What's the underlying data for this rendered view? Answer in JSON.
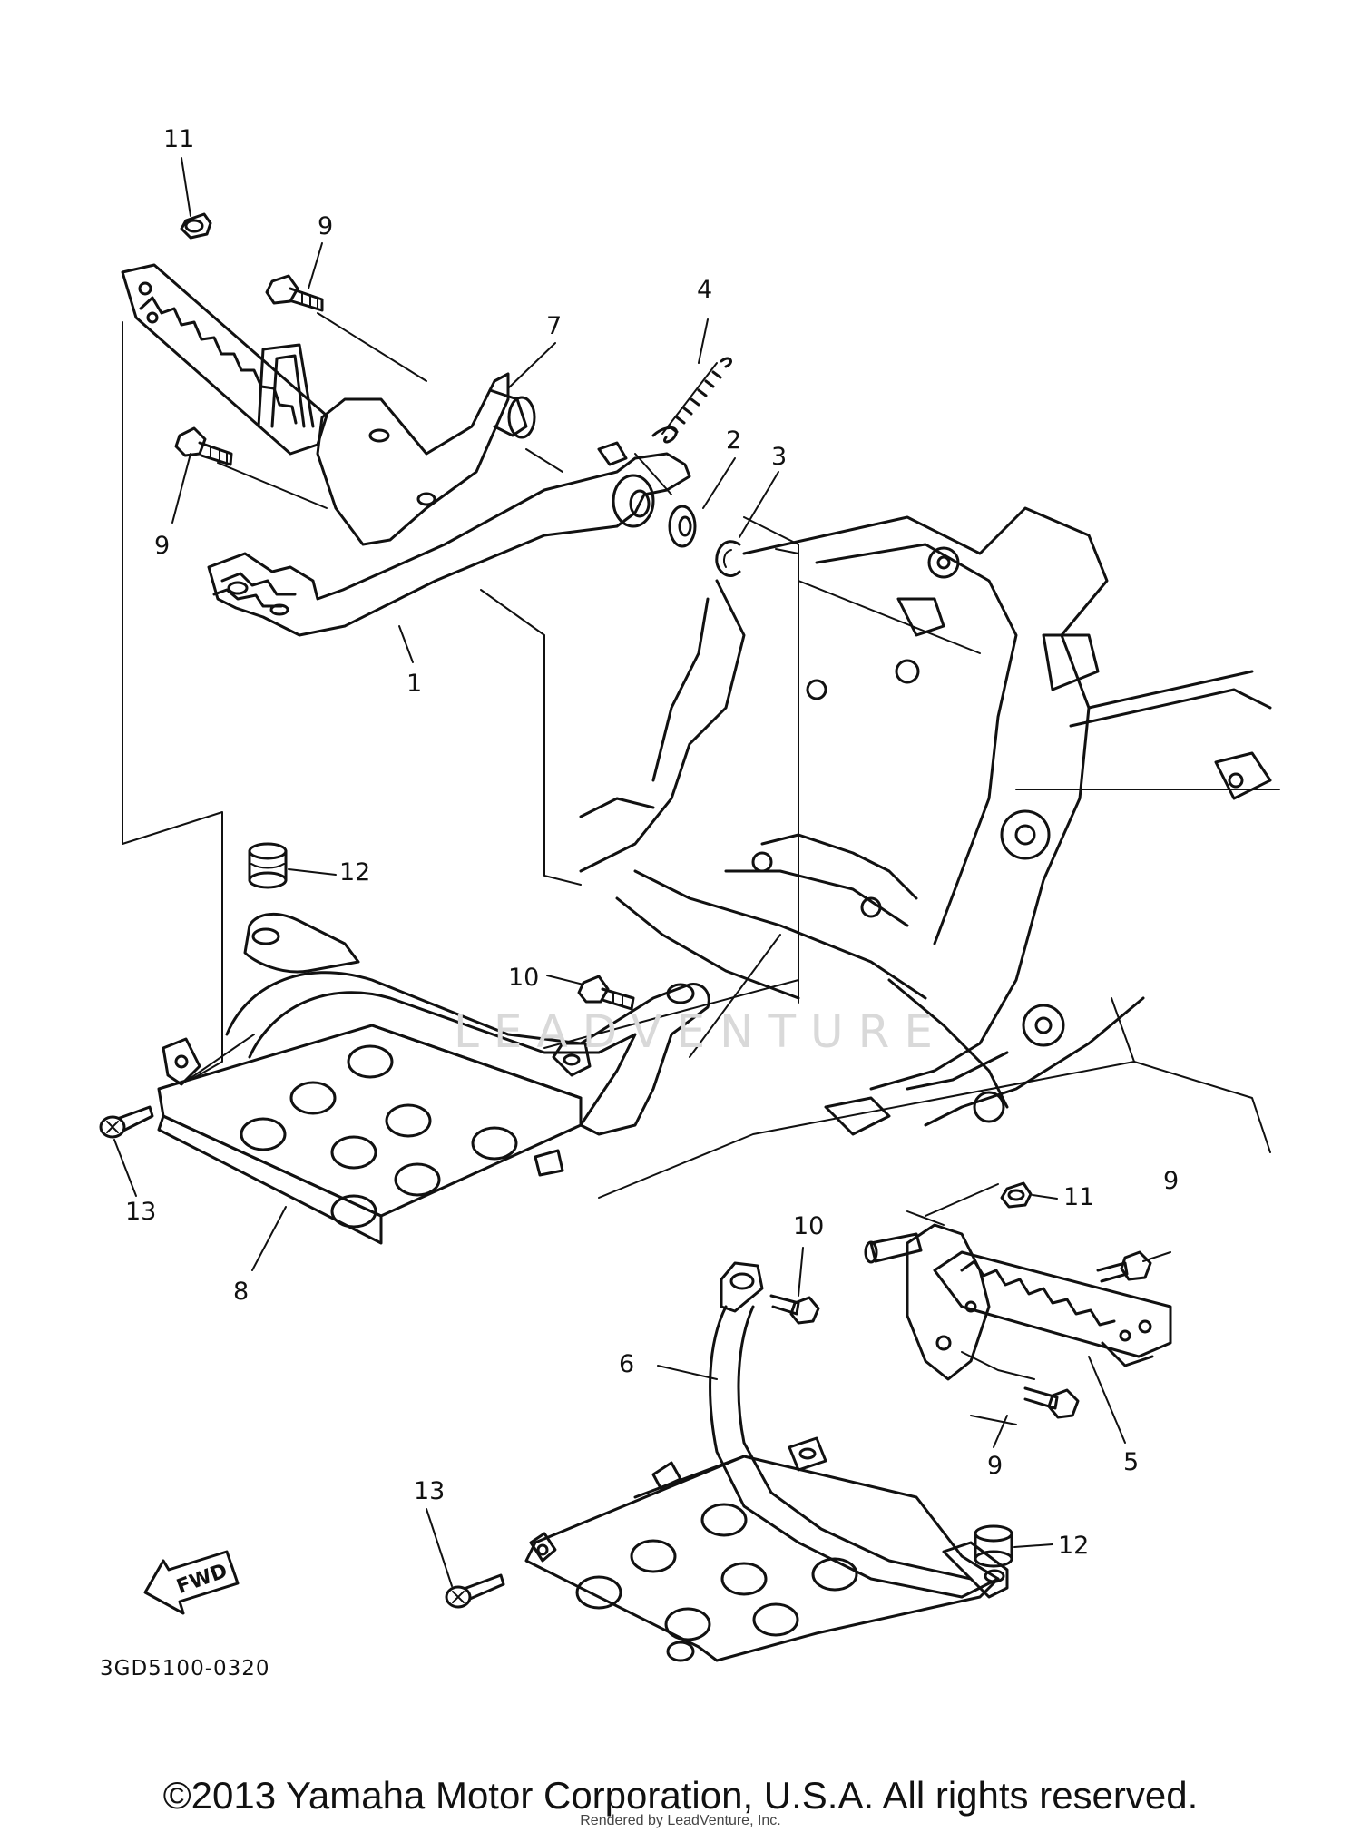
{
  "diagram": {
    "callouts": [
      {
        "id": "label-11-top",
        "text": "11"
      },
      {
        "id": "label-9-top",
        "text": "9"
      },
      {
        "id": "label-4",
        "text": "4"
      },
      {
        "id": "label-7",
        "text": "7"
      },
      {
        "id": "label-2",
        "text": "2"
      },
      {
        "id": "label-3",
        "text": "3"
      },
      {
        "id": "label-9-left",
        "text": "9"
      },
      {
        "id": "label-1",
        "text": "1"
      },
      {
        "id": "label-12-top",
        "text": "12"
      },
      {
        "id": "label-10-left",
        "text": "10"
      },
      {
        "id": "label-13-left",
        "text": "13"
      },
      {
        "id": "label-8",
        "text": "8"
      },
      {
        "id": "label-11-right",
        "text": "11"
      },
      {
        "id": "label-9-right-top",
        "text": "9"
      },
      {
        "id": "label-10-right",
        "text": "10"
      },
      {
        "id": "label-6",
        "text": "6"
      },
      {
        "id": "label-9-right-bottom",
        "text": "9"
      },
      {
        "id": "label-5",
        "text": "5"
      },
      {
        "id": "label-13-right",
        "text": "13"
      },
      {
        "id": "label-12-right",
        "text": "12"
      }
    ],
    "fwd_label": "FWD",
    "diagram_code": "3GD5100-0320",
    "watermark": "LEADVENTURE",
    "copyright": "©2013 Yamaha Motor Corporation, U.S.A. All rights reserved.",
    "rendered_by": "Rendered by LeadVenture, Inc."
  }
}
